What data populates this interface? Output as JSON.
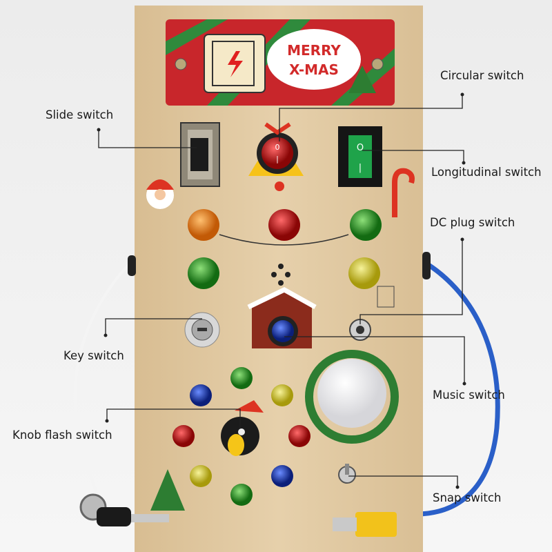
{
  "plaque": {
    "text_line1": "MERRY",
    "text_line2": "X-MAS"
  },
  "labels": {
    "circular_switch": "Circular switch",
    "slide_switch": "Slide switch",
    "longitudinal_switch": "Longitudinal switch",
    "dc_plug_switch": "DC plug switch",
    "key_switch": "Key switch",
    "music_switch": "Music switch",
    "knob_flash_switch": "Knob flash switch",
    "snap_switch": "Snap switch"
  },
  "colors": {
    "wood": "#dfc7a0",
    "plaque_red": "#c8262b",
    "plaque_green": "#2f8a3c",
    "leader_line": "#222222"
  }
}
